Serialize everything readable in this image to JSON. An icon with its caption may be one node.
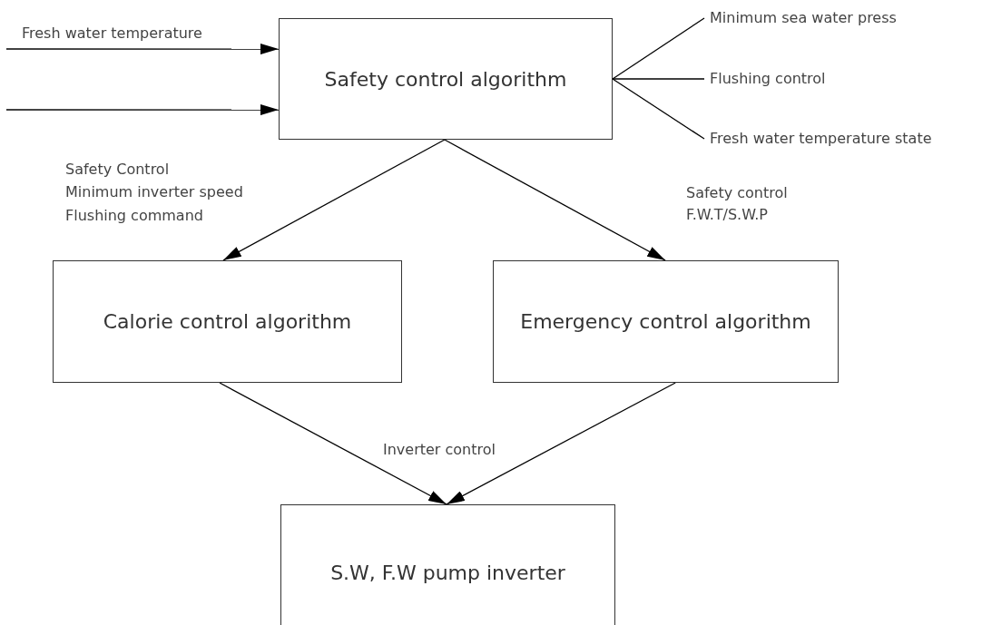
{
  "diagram": {
    "nodes": [
      {
        "text": [
          "Safety control algorithm"
        ]
      },
      {
        "text": [
          "Calorie control algorithm"
        ]
      },
      {
        "text": [
          "Emergency control algorithm"
        ]
      },
      {
        "text": [
          "S.W, F.W pump inverter"
        ]
      },
      {
        "text": [
          "Minimum sea water press"
        ]
      },
      {
        "text": [
          "Flushing control"
        ]
      },
      {
        "text": [
          "Fresh water temperature state"
        ]
      }
    ],
    "edges": [
      {
        "from": null,
        "to": 0,
        "arrow": "to",
        "label": "Fresh water temperature"
      },
      {
        "from": null,
        "to": 0,
        "arrow": "to"
      },
      {
        "from": 0,
        "to": 4,
        "arrow": "none"
      },
      {
        "from": 0,
        "to": 5,
        "arrow": "none"
      },
      {
        "from": 0,
        "to": 6,
        "arrow": "none"
      },
      {
        "from": 0,
        "to": 1,
        "arrow": "to"
      },
      {
        "from": 0,
        "to": 2,
        "arrow": "to"
      },
      {
        "from": 1,
        "to": 3,
        "arrow": "to"
      },
      {
        "from": 2,
        "to": 3,
        "arrow": "to"
      }
    ],
    "labels": [
      "Safety Control",
      "Minimum inverter speed",
      "Flushing command",
      "Safety control",
      "F.W.T/S.W.P",
      "Inverter control"
    ]
  }
}
